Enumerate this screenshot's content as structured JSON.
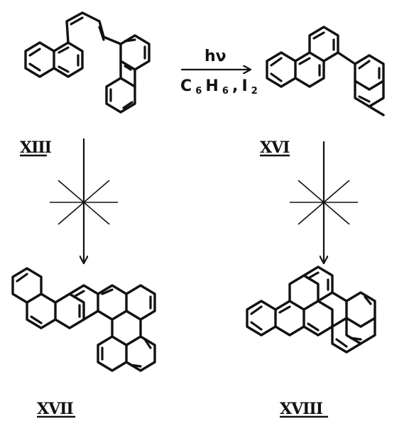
{
  "compounds": {
    "xiii": "XIII",
    "xvi": "XVI",
    "xvii": "XVII",
    "xviii": "XVIII"
  },
  "reaction": {
    "light": "hν",
    "solvent_main": "C",
    "solvent_sub1": "6",
    "solvent_h": "H",
    "solvent_sub2": "6",
    "separator": ",",
    "oxidant_main": "I",
    "oxidant_sub": "2"
  },
  "blocked_arrows": [
    {
      "from": "XIII",
      "to": "XVII",
      "status": "no reaction"
    },
    {
      "from": "XVI",
      "to": "XVIII",
      "status": "no reaction"
    }
  ]
}
